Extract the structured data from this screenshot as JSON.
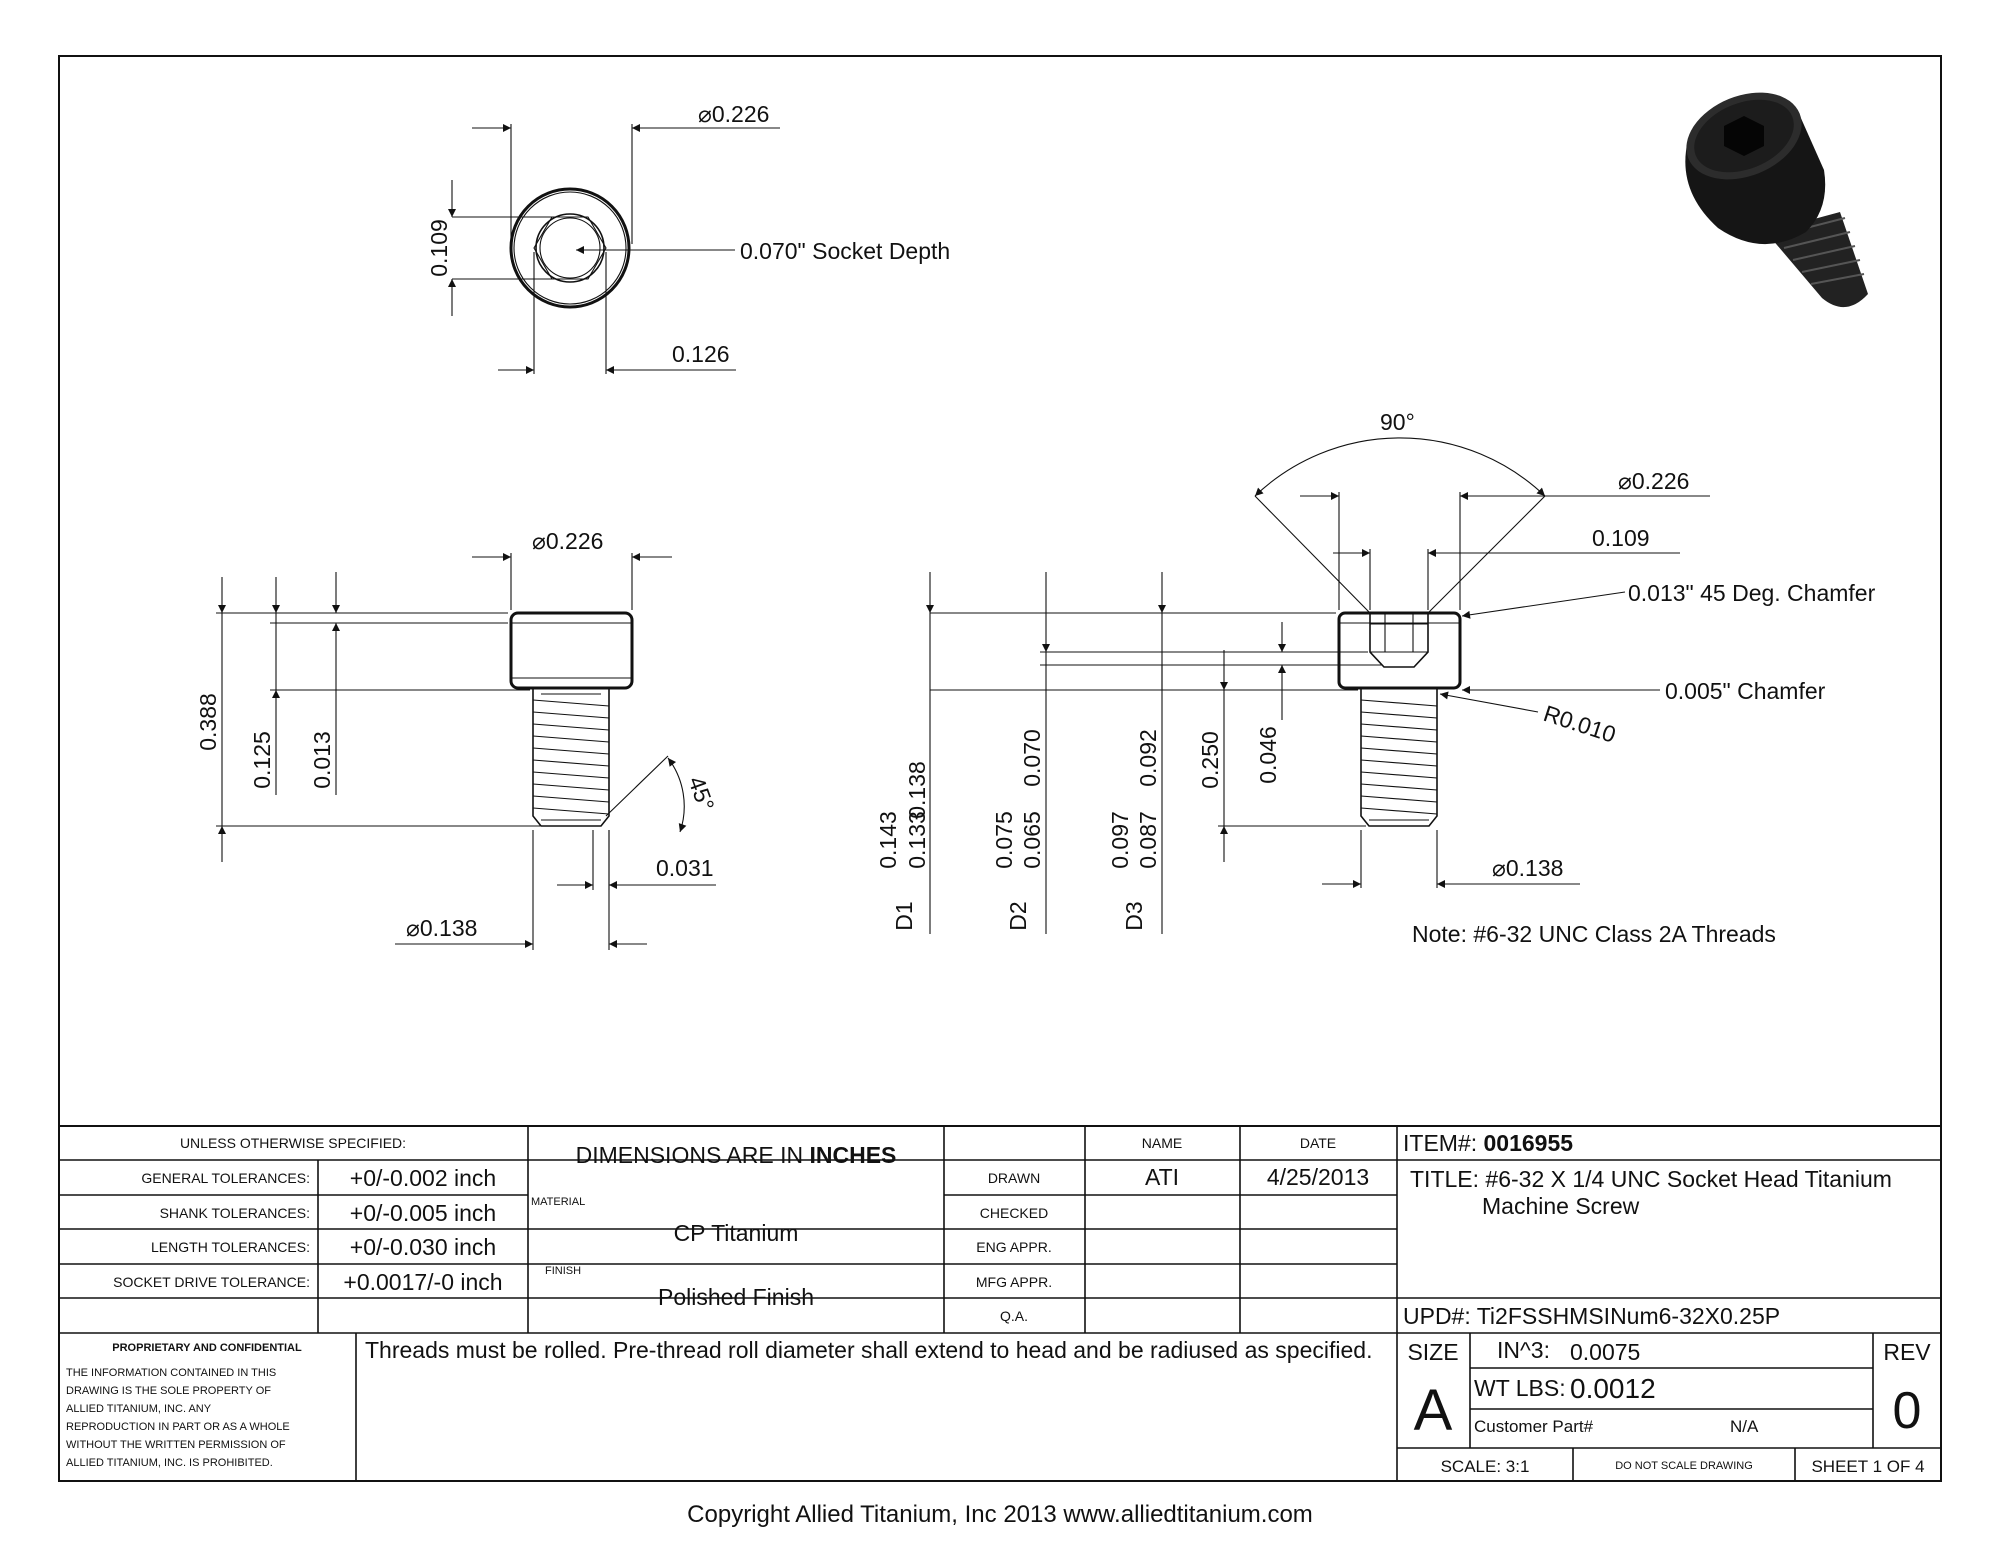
{
  "views": {
    "end": {
      "dia": "0.226",
      "hex": "0.109",
      "socket": "0.070\" Socket Depth",
      "across": "0.126"
    },
    "side": {
      "dia_top": "0.226",
      "len": "0.388",
      "head": "0.125",
      "fillet": "0.013",
      "angle": "45°",
      "tip": "0.031",
      "dia_bottom": "0.138"
    },
    "section": {
      "angle": "90°",
      "dia_top": "0.226",
      "hex": "0.109",
      "chamfer1": "0.013\" 45 Deg. Chamfer",
      "chamfer2": "0.005\" Chamfer",
      "radius": "R0.010",
      "d1_max": "0.143",
      "d1_min": "0.133",
      "d1_label": "D1",
      "v138": "0.138",
      "d2_max": "0.075",
      "d2_min": "0.065",
      "d2_label": "D2",
      "v070": "0.070",
      "d3_max": "0.097",
      "d3_min": "0.087",
      "d3_label": "D3",
      "v092": "0.092",
      "v250": "0.250",
      "v046": "0.046",
      "dia_bottom": "0.138",
      "note": "Note: #6-32 UNC Class 2A Threads"
    }
  },
  "title_block": {
    "unless": "UNLESS OTHERWISE SPECIFIED:",
    "tolerances": [
      {
        "label": "GENERAL TOLERANCES:",
        "value": "+0/-0.002 inch"
      },
      {
        "label": "SHANK TOLERANCES:",
        "value": "+0/-0.005 inch"
      },
      {
        "label": "LENGTH TOLERANCES:",
        "value": "+0/-0.030 inch"
      },
      {
        "label": "SOCKET DRIVE TOLERANCE:",
        "value": "+0.0017/-0 inch"
      }
    ],
    "dims_prefix": "DIMENSIONS ARE IN ",
    "dims_unit": "INCHES",
    "material_label": "MATERIAL",
    "material": "CP Titanium",
    "finish_label": "FINISH",
    "finish": "Polished Finish",
    "name_hdr": "NAME",
    "date_hdr": "DATE",
    "approvals": [
      {
        "role": "DRAWN",
        "name": "ATI",
        "date": "4/25/2013"
      },
      {
        "role": "CHECKED",
        "name": "",
        "date": ""
      },
      {
        "role": "ENG APPR.",
        "name": "",
        "date": ""
      },
      {
        "role": "MFG APPR.",
        "name": "",
        "date": ""
      },
      {
        "role": "Q.A.",
        "name": "",
        "date": ""
      }
    ],
    "item_label": "ITEM#:",
    "item": "0016955",
    "title_label": "TITLE:",
    "title_line1": "#6-32 X 1/4 UNC Socket Head Titanium",
    "title_line2": "Machine Screw",
    "upd_label": "UPD#:",
    "upd": "Ti2FSSHMSINum6-32X0.25P",
    "proprietary_title": "PROPRIETARY AND CONFIDENTIAL",
    "proprietary_lines": [
      "THE INFORMATION CONTAINED IN THIS",
      "DRAWING IS THE SOLE PROPERTY OF",
      "ALLIED TITANIUM, INC.  ANY",
      "REPRODUCTION IN PART OR AS A WHOLE",
      "WITHOUT THE WRITTEN PERMISSION OF",
      "ALLIED TITANIUM, INC. IS PROHIBITED."
    ],
    "notes": "Threads must be rolled. Pre-thread roll diameter shall extend to head and be radiused as specified.",
    "size_label": "SIZE",
    "size": "A",
    "in3_label": "IN^3:",
    "in3": "0.0075",
    "wt_label": "WT LBS:",
    "wt": "0.0012",
    "cust_label": "Customer Part#",
    "cust": "N/A",
    "rev_label": "REV",
    "rev": "0",
    "scale": "SCALE: 3:1",
    "dnsd": "DO NOT SCALE DRAWING",
    "sheet": "SHEET 1 OF 4"
  },
  "copyright": "Copyright Allied Titanium, Inc 2013 www.alliedtitanium.com"
}
